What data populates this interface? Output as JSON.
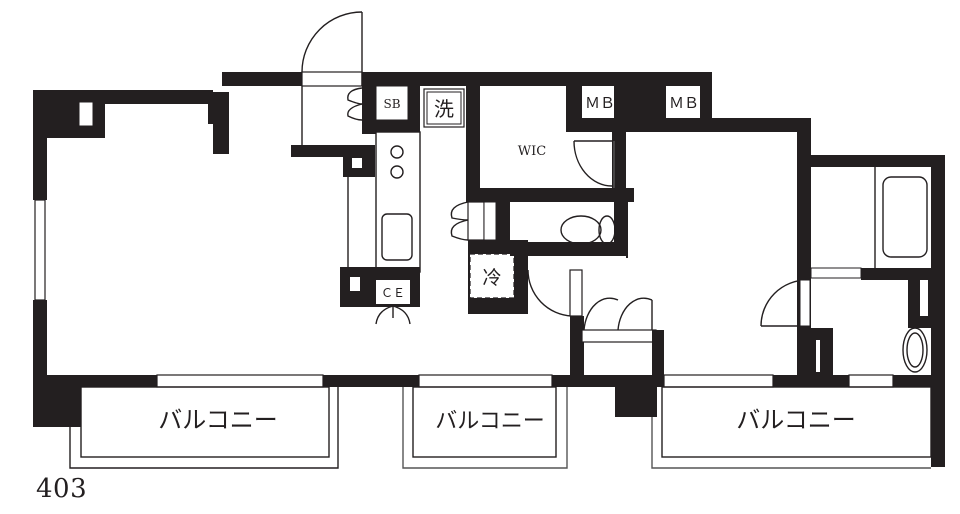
{
  "floorplan": {
    "unit_number": "403",
    "labels": {
      "shoe_box": "SB",
      "washer": "洗",
      "meter_box_1": "ＭＢ",
      "meter_box_2": "ＭＢ",
      "walk_in_closet": "WIC",
      "fridge": "冷",
      "closet_ce": "ＣＥ",
      "balcony_1": "バルコニー",
      "balcony_2": "バルコニー",
      "balcony_3": "バルコニー"
    },
    "colors": {
      "wall": "#231f20",
      "background": "#ffffff"
    }
  }
}
